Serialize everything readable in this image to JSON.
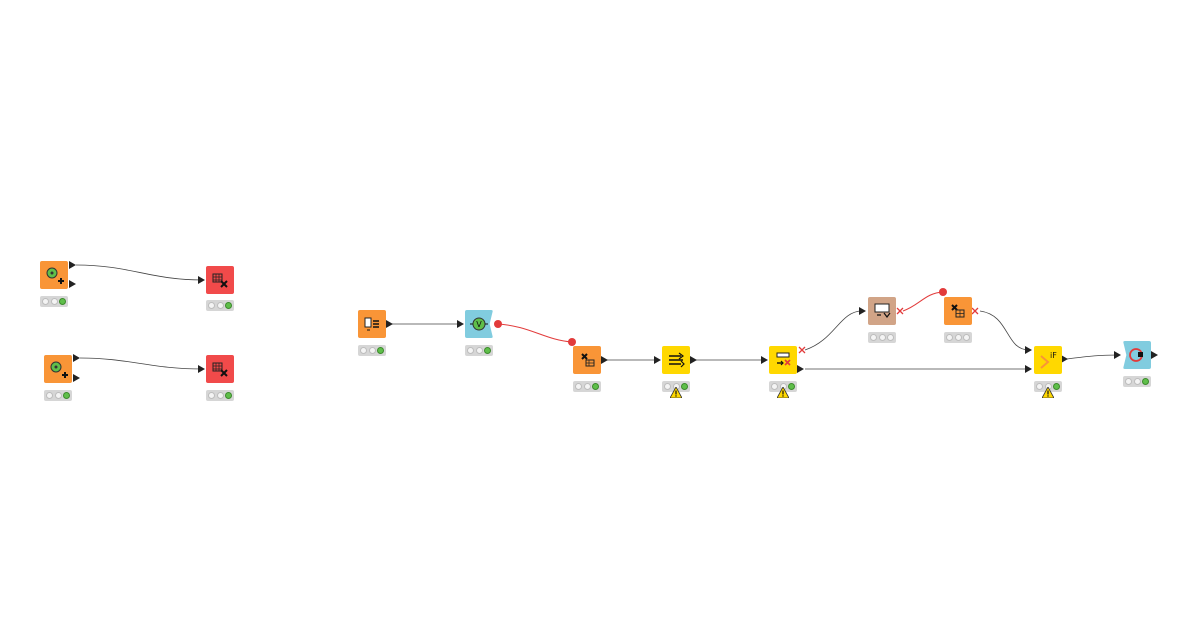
{
  "workflow": {
    "colors": {
      "source": "#f99537",
      "manipulator": "#f99537",
      "sink": "#f14a4a",
      "flow_control": "#ffd800",
      "variable": "#81ccdf",
      "other": "#d1a487",
      "connection": "#444444",
      "flow_variable_connection": "#e23b3b",
      "status_ok": "#5fbf4a",
      "warning": "#ffd800"
    },
    "nodes": [
      {
        "id": "n1",
        "kind": "source",
        "icon": "create-table-icon",
        "status": "executed"
      },
      {
        "id": "n2",
        "kind": "sink",
        "icon": "table-delete-icon",
        "status": "executed"
      },
      {
        "id": "n3",
        "kind": "source",
        "icon": "create-table-icon",
        "status": "executed"
      },
      {
        "id": "n4",
        "kind": "sink",
        "icon": "table-delete-icon",
        "status": "executed"
      },
      {
        "id": "n5",
        "kind": "source",
        "icon": "file-reader-icon",
        "status": "executed"
      },
      {
        "id": "n6",
        "kind": "variable",
        "icon": "variable-creator-icon",
        "status": "executed"
      },
      {
        "id": "n7",
        "kind": "manipulator",
        "icon": "table-transform-icon",
        "status": "executed"
      },
      {
        "id": "n8",
        "kind": "flow_control",
        "icon": "merge-flow-icon",
        "status": "executed",
        "warning": true
      },
      {
        "id": "n9",
        "kind": "flow_control",
        "icon": "if-switch-icon",
        "status": "executed",
        "warning": true
      },
      {
        "id": "n10",
        "kind": "other",
        "icon": "table-view-icon",
        "status": "idle"
      },
      {
        "id": "n11",
        "kind": "manipulator",
        "icon": "table-transform-icon",
        "status": "idle"
      },
      {
        "id": "n12",
        "kind": "flow_control",
        "icon": "end-if-icon",
        "status": "executed",
        "warning": true
      },
      {
        "id": "n13",
        "kind": "variable",
        "icon": "loop-end-icon",
        "status": "executed"
      }
    ],
    "connections": [
      {
        "from": "n1",
        "to": "n2",
        "type": "data"
      },
      {
        "from": "n3",
        "to": "n4",
        "type": "data"
      },
      {
        "from": "n5",
        "to": "n6",
        "type": "data"
      },
      {
        "from": "n6",
        "to": "n7",
        "type": "flow_variable"
      },
      {
        "from": "n7",
        "to": "n8",
        "type": "data"
      },
      {
        "from": "n8",
        "to": "n9",
        "type": "data"
      },
      {
        "from": "n9",
        "to": "n10",
        "type": "data"
      },
      {
        "from": "n10",
        "to": "n11",
        "type": "flow_variable"
      },
      {
        "from": "n11",
        "to": "n12",
        "type": "data"
      },
      {
        "from": "n9",
        "to": "n12",
        "type": "data"
      },
      {
        "from": "n12",
        "to": "n13",
        "type": "data"
      }
    ]
  }
}
